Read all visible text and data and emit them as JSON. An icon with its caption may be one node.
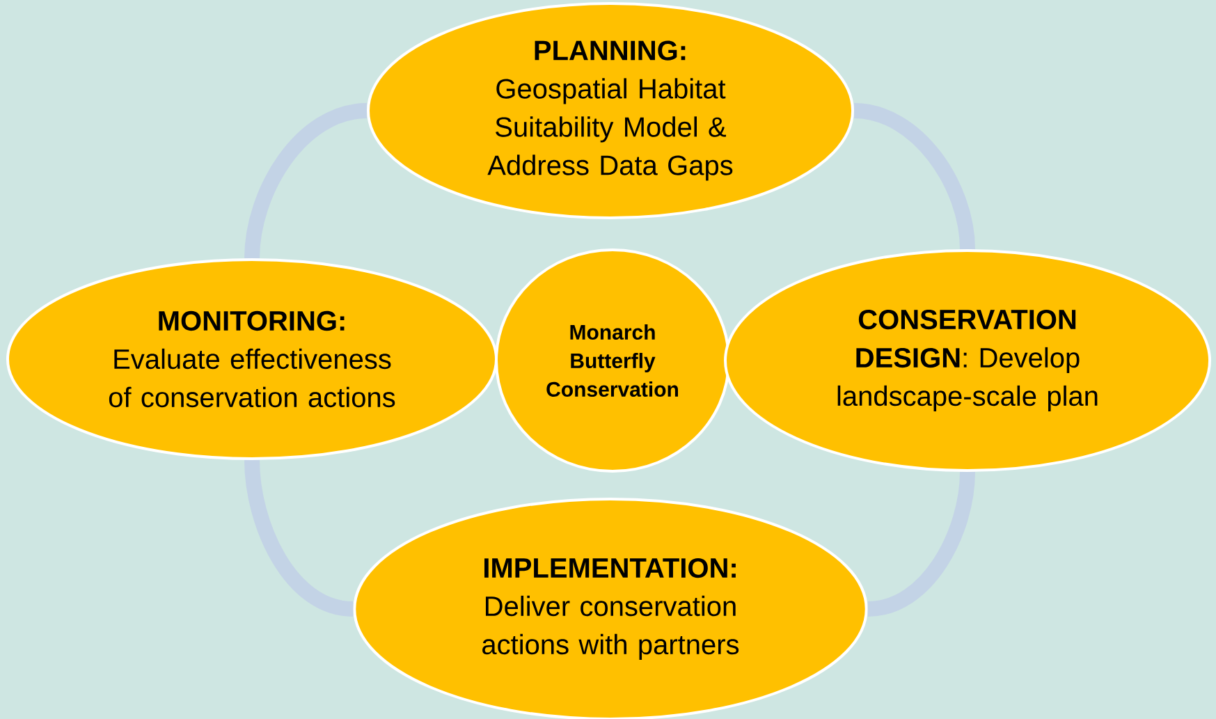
{
  "diagram": {
    "nodes": [
      {
        "text": [
          "PLANNING:",
          "Geospatial Habitat Suitability Model & Address Data Gaps"
        ]
      },
      {
        "text": [
          "MONITORING:",
          "Evaluate effectiveness of conservation actions"
        ]
      },
      {
        "text": [
          "Monarch Butterfly Conservation"
        ]
      },
      {
        "text": [
          "**CONSERVATION DESIGN**: Develop landscape-scale plan"
        ]
      },
      {
        "text": [
          "IMPLEMENTATION:",
          "Deliver conservation actions with partners"
        ]
      }
    ],
    "edges": [
      {
        "from": 0,
        "to": 3,
        "arrow": "none",
        "color": "#c3d3e6"
      },
      {
        "from": 3,
        "to": 4,
        "arrow": "none",
        "color": "#c3d3e6"
      },
      {
        "from": 4,
        "to": 1,
        "arrow": "none",
        "color": "#c3d3e6"
      },
      {
        "from": 1,
        "to": 0,
        "arrow": "none",
        "color": "#c3d3e6"
      }
    ]
  }
}
